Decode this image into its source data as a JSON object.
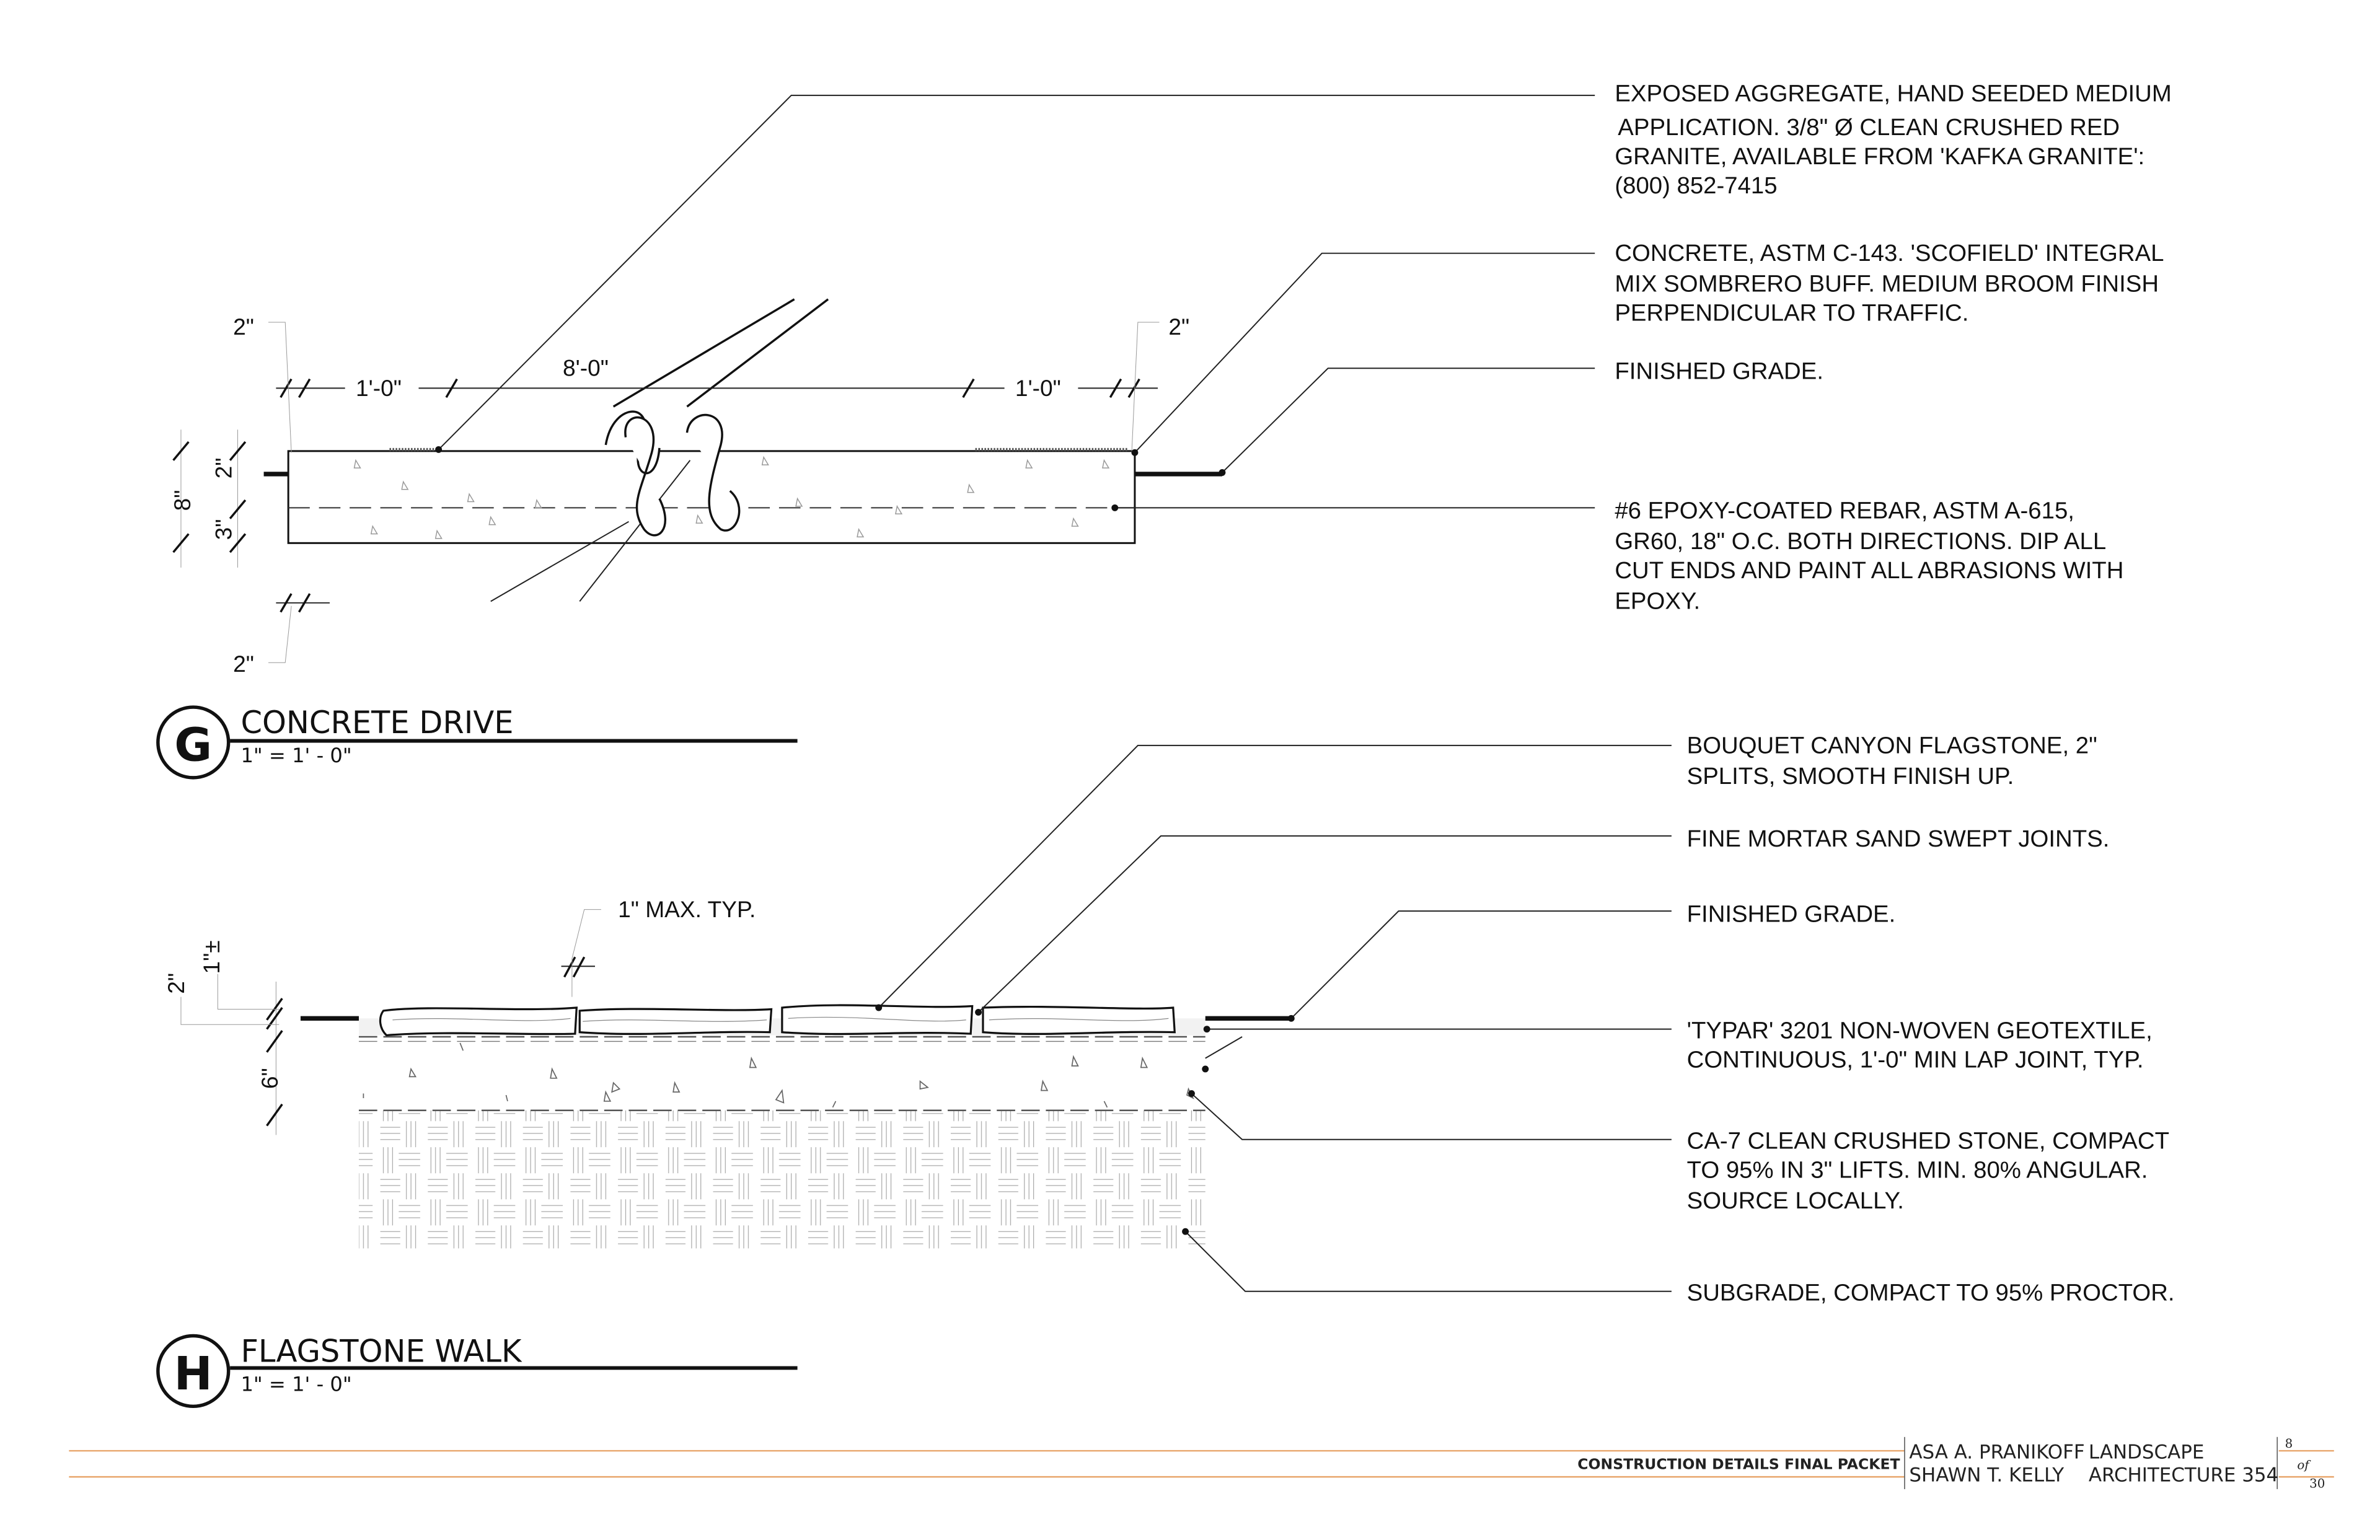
{
  "detail_g": {
    "letter": "G",
    "title": "CONCRETE DRIVE",
    "scale": "1\" = 1' - 0\"",
    "dimensions": {
      "top_left_2": "2\"",
      "top_right_2": "2\"",
      "bottom_left_2": "2\"",
      "left_1ft": "1'-0\"",
      "span": "8'-0\"",
      "right_1ft": "1'-0\"",
      "total_depth": "8\"",
      "top_to_rebar": "2\"",
      "rebar_to_bottom": "3\""
    },
    "notes": [
      {
        "lines": [
          "EXPOSED AGGREGATE, HAND SEEDED MEDIUM",
          "APPLICATION.  3/8\" Ø CLEAN CRUSHED RED",
          "GRANITE, AVAILABLE FROM 'KAFKA GRANITE':",
          "(800) 852-7415"
        ]
      },
      {
        "lines": [
          "CONCRETE, ASTM C-143.  'SCOFIELD' INTEGRAL",
          "MIX SOMBRERO BUFF.  MEDIUM BROOM FINISH",
          "PERPENDICULAR TO TRAFFIC."
        ]
      },
      {
        "lines": [
          "FINISHED GRADE."
        ]
      },
      {
        "lines": [
          "#6 EPOXY-COATED REBAR, ASTM A-615,",
          "GR60, 18\" O.C. BOTH DIRECTIONS.  DIP ALL",
          "CUT ENDS AND PAINT ALL ABRASIONS WITH",
          "EPOXY."
        ]
      }
    ]
  },
  "detail_h": {
    "letter": "H",
    "title": "FLAGSTONE WALK",
    "scale": "1\" = 1' - 0\"",
    "dimensions": {
      "joint": "1\" MAX. TYP.",
      "sand": "1\"±",
      "stone": "2\"",
      "base": "6\""
    },
    "notes": [
      {
        "lines": [
          "BOUQUET CANYON FLAGSTONE, 2\"",
          "SPLITS, SMOOTH FINISH UP."
        ]
      },
      {
        "lines": [
          "FINE MORTAR SAND SWEPT JOINTS."
        ]
      },
      {
        "lines": [
          "FINISHED GRADE."
        ]
      },
      {
        "lines": [
          "'TYPAR' 3201 NON-WOVEN GEOTEXTILE,",
          "CONTINUOUS, 1'-0\" MIN LAP JOINT, TYP."
        ]
      },
      {
        "lines": [
          "CA-7 CLEAN CRUSHED STONE, COMPACT",
          "TO 95% IN 3\" LIFTS.  MIN. 80% ANGULAR.",
          "SOURCE LOCALLY."
        ]
      },
      {
        "lines": [
          "SUBGRADE, COMPACT TO 95% PROCTOR."
        ]
      }
    ]
  },
  "title_block": {
    "packet": "CONSTRUCTION DETAILS FINAL PACKET",
    "author_1": "ASA A. PRANIKOFF",
    "author_2": "SHAWN T. KELLY",
    "course_1": "LANDSCAPE",
    "course_2": "ARCHITECTURE 354",
    "sheet": "8",
    "of": "of",
    "total": "30",
    "accent_color": "#e8a66c"
  }
}
